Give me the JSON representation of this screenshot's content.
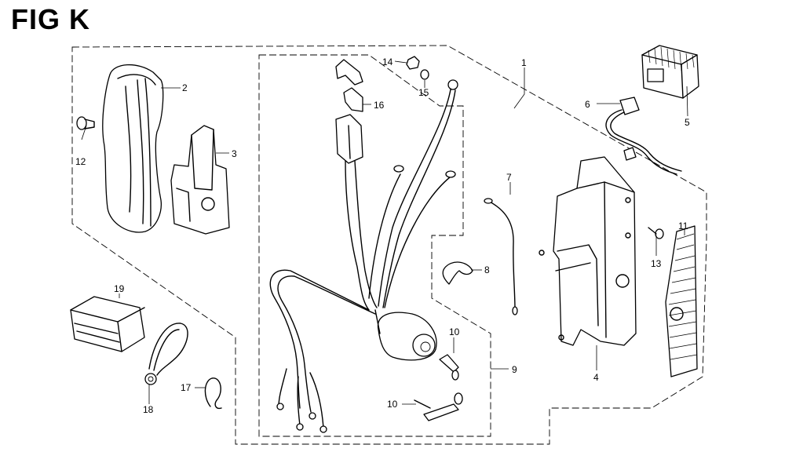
{
  "figure": {
    "title": "FIG K"
  },
  "callouts": {
    "c1": "1",
    "c2": "2",
    "c3": "3",
    "c4": "4",
    "c5": "5",
    "c6": "6",
    "c7": "7",
    "c8": "8",
    "c9": "9",
    "c10a": "10",
    "c10b": "10",
    "c11": "11",
    "c12": "12",
    "c13": "13",
    "c14": "14",
    "c15": "15",
    "c16": "16",
    "c17": "17",
    "c18": "18",
    "c19": "19"
  }
}
